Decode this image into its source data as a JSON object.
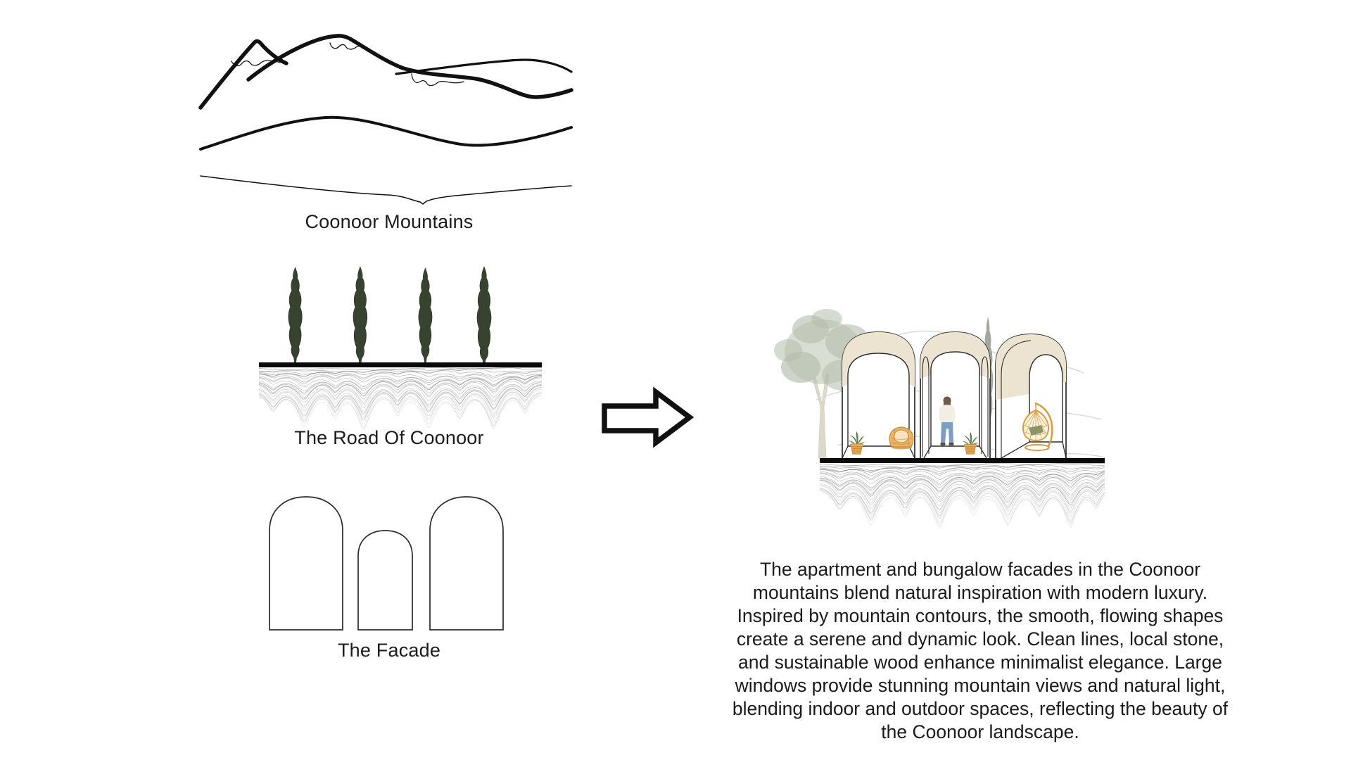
{
  "board": {
    "background": "#ffffff",
    "sources": [
      {
        "id": "mountains",
        "label": "Coonoor Mountains"
      },
      {
        "id": "road",
        "label": "The Road Of Coonoor"
      },
      {
        "id": "facade",
        "label": "The Facade"
      }
    ],
    "result": {
      "description": "The apartment and bungalow facades in the Coonoor mountains blend natural inspiration with modern luxury. Inspired by mountain contours, the smooth, flowing shapes create a serene and dynamic look. Clean lines, local stone, and sustainable wood enhance minimalist elegance. Large windows provide stunning mountain views and natural light, blending indoor and outdoor spaces, reflecting the beauty of the Coonoor landscape."
    },
    "colors": {
      "ink": "#1c1c1c",
      "vault_cream": "#ece4d0",
      "cypress_green": "#37432f",
      "sage_tree": "#b4bdac",
      "silhouette_gray": "#a3a89f",
      "wicker_orange": "#e5a34f",
      "leaf_green": "#5f7d4b",
      "cushion_green": "#8b9465",
      "denim_blue": "#7e9dc2"
    }
  }
}
